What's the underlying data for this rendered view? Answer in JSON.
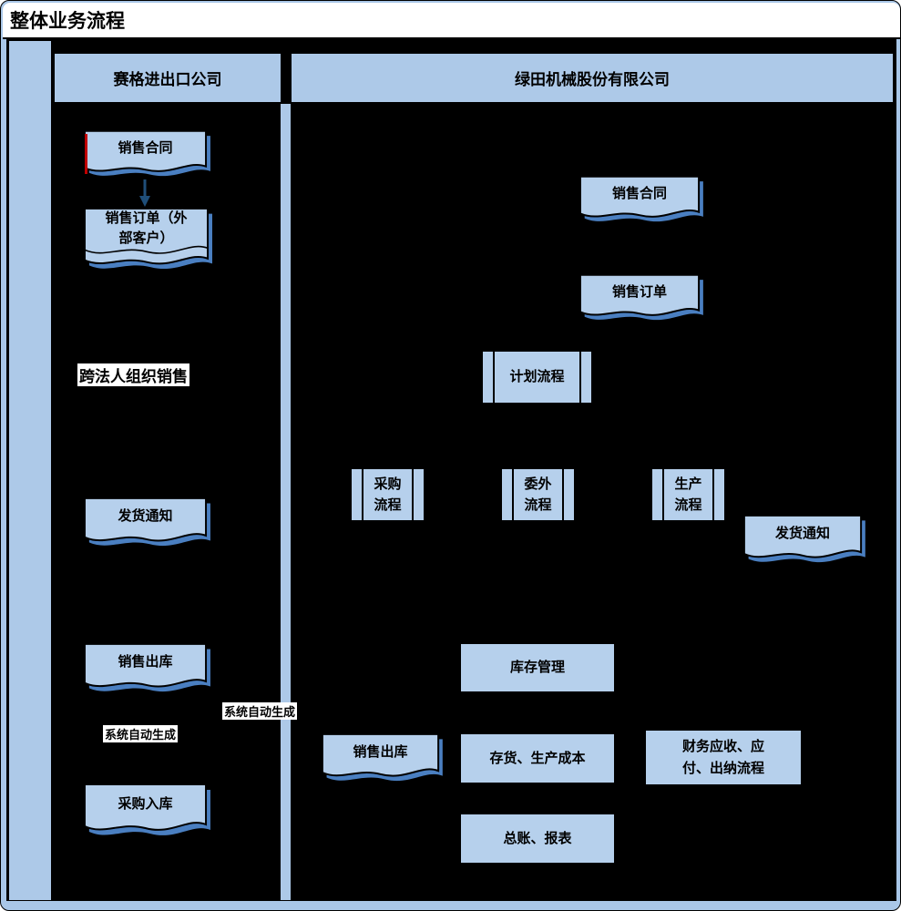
{
  "title": "整体业务流程",
  "left_lane": {
    "header": "赛格进出口公司",
    "sales_contract_doc": "销售合同",
    "sales_order_doc": "销售订单（外部客户）",
    "cross_entity_label": "跨法人组织销售",
    "delivery_notice_doc": "发货通知",
    "sales_outbound_doc": "销售出库",
    "auto_generate_label": "系统自动生成",
    "purchase_inbound_doc": "采购入库"
  },
  "right_lane": {
    "header": "绿田机械股份有限公司",
    "sales_contract_doc": "销售合同",
    "sales_order_doc": "销售订单",
    "planning_process": "计划流程",
    "procurement_process": "采购流程",
    "outsourcing_process": "委外流程",
    "production_process": "生产流程",
    "delivery_notice_doc": "发货通知",
    "inventory_mgmt_box": "库存管理",
    "auto_generate_label": "系统自动生成",
    "sales_outbound_doc": "销售出库",
    "inventory_cost_box": "存货、生产成本",
    "finance_box": "财务应收、应付、出纳流程",
    "ledger_report_box": "总账、报表"
  },
  "colors": {
    "shape_fill": "#b6d0ec",
    "shape_shadow": "#4a7fc1",
    "lane_fill": "#adc9e8",
    "frame": "#a9c7e8",
    "canvas": "#000000",
    "arrow": "#1f4e79",
    "accent_red": "#c00000"
  }
}
